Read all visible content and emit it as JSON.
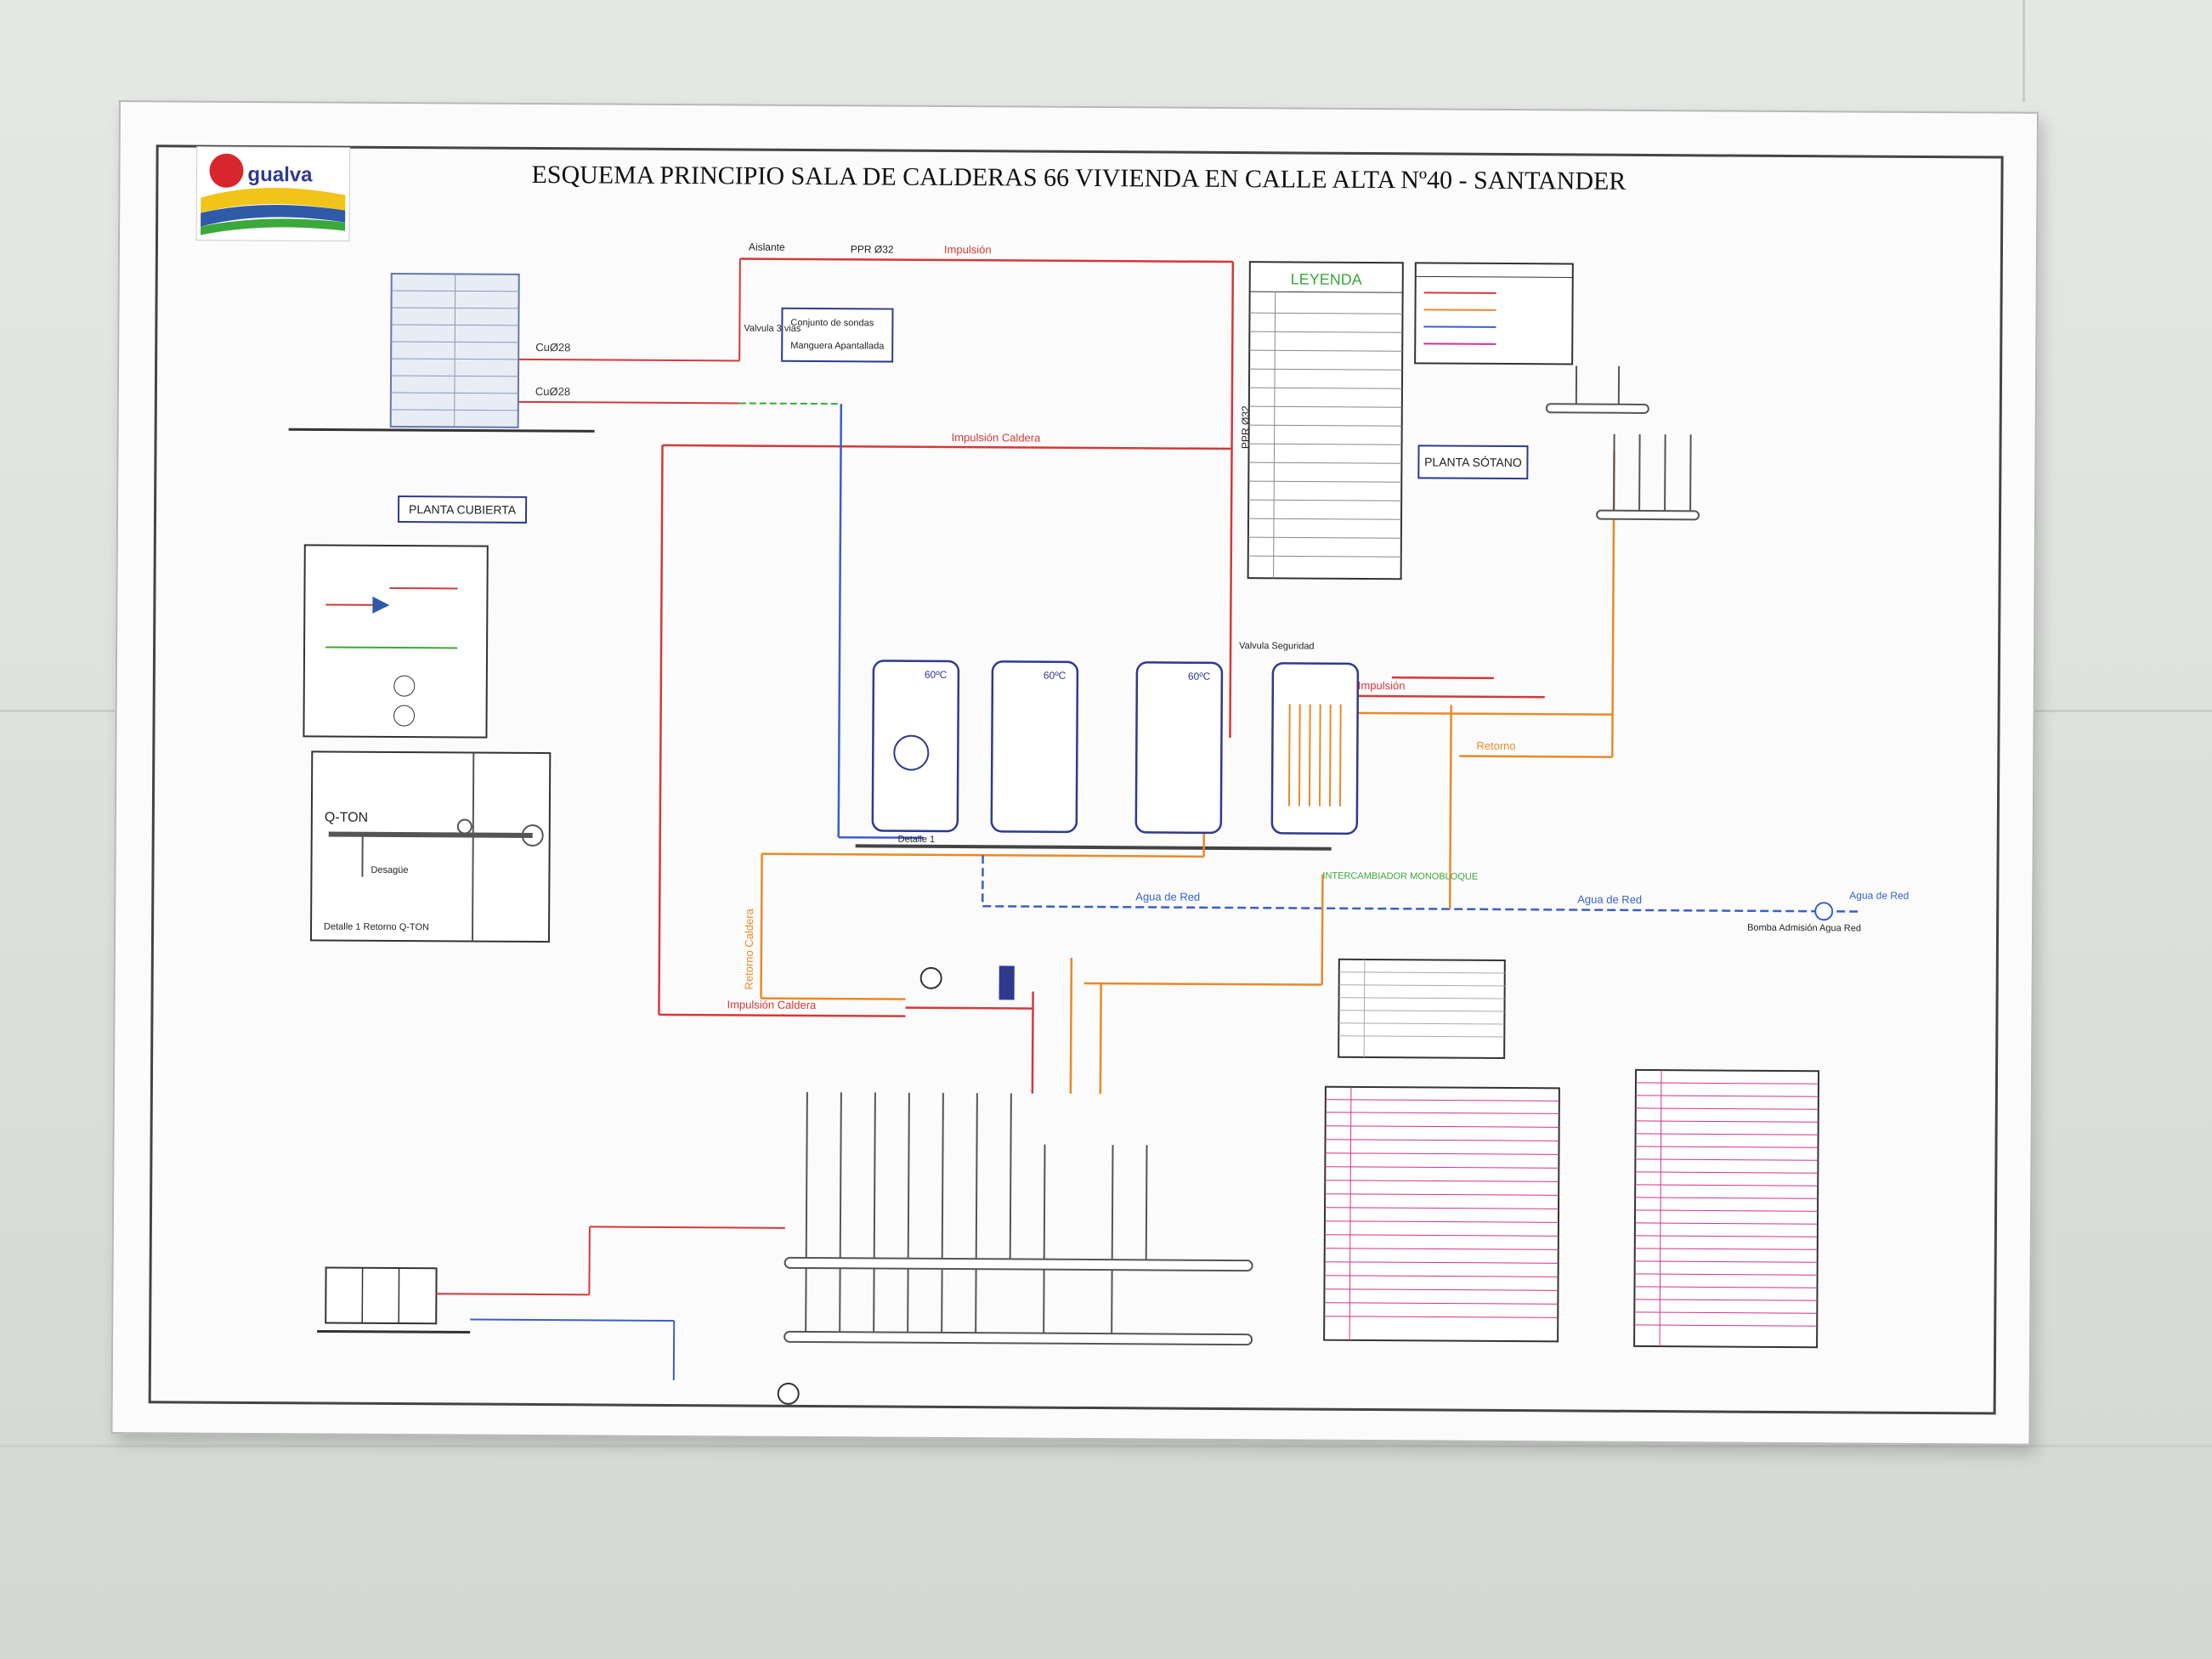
{
  "header": {
    "title": "ESQUEMA PRINCIPIO SALA DE CALDERAS 66 VIVIENDA EN CALLE ALTA Nº40 - SANTANDER"
  },
  "logo": {
    "text": "gualva"
  },
  "sections": {
    "planta_cubierta": "PLANTA CUBIERTA",
    "planta_sotano": "PLANTA SÓTANO"
  },
  "pipes": {
    "ppr_top": "PPR Ø32",
    "impulsion_top": "Impulsión",
    "aislante": "Aislante",
    "impulsion_caldera_mid": "Impulsión Caldera",
    "impulsion_caldera_bottom": "Impulsión Caldera",
    "retorno_caldera": "Retorno Caldera",
    "agua_de_red_left": "Agua de Red",
    "agua_de_red_right": "Agua de Red",
    "ppr_vertical": "PPR Ø32",
    "retorno": "Retorno",
    "impulsion_right": "Impulsión",
    "cu_left_top": "CuØ28",
    "cu_left_bottom": "CuØ28"
  },
  "notes": {
    "valvula_3_vias": "Valvula 3 vias",
    "conjunto_sondas": "Conjunto de sondas",
    "manguera": "Manguera Apantallada",
    "detalle_1": "Detalle 1",
    "valvula_seguridad": "Valvula Seguridad",
    "agua_de_red_bar": "Agua de Red",
    "bomba_admision": "Bomba Admisión Agua Red",
    "intercambiador": "INTERCAMBIADOR MONOBLOQUE",
    "qton": "Q-TON",
    "detalle_qton": "Detalle 1 Retorno Q-TON",
    "desague": "Desagüe"
  },
  "tanks": {
    "temps": [
      "60ºC",
      "60ºC",
      "60ºC"
    ]
  },
  "legend": {
    "title": "LEYENDA"
  },
  "colors": {
    "impulsion": "#d23a3a",
    "retorno": "#e8892a",
    "agua_red": "#3a5fc8",
    "green": "#3aa83a",
    "line": "#555555"
  }
}
